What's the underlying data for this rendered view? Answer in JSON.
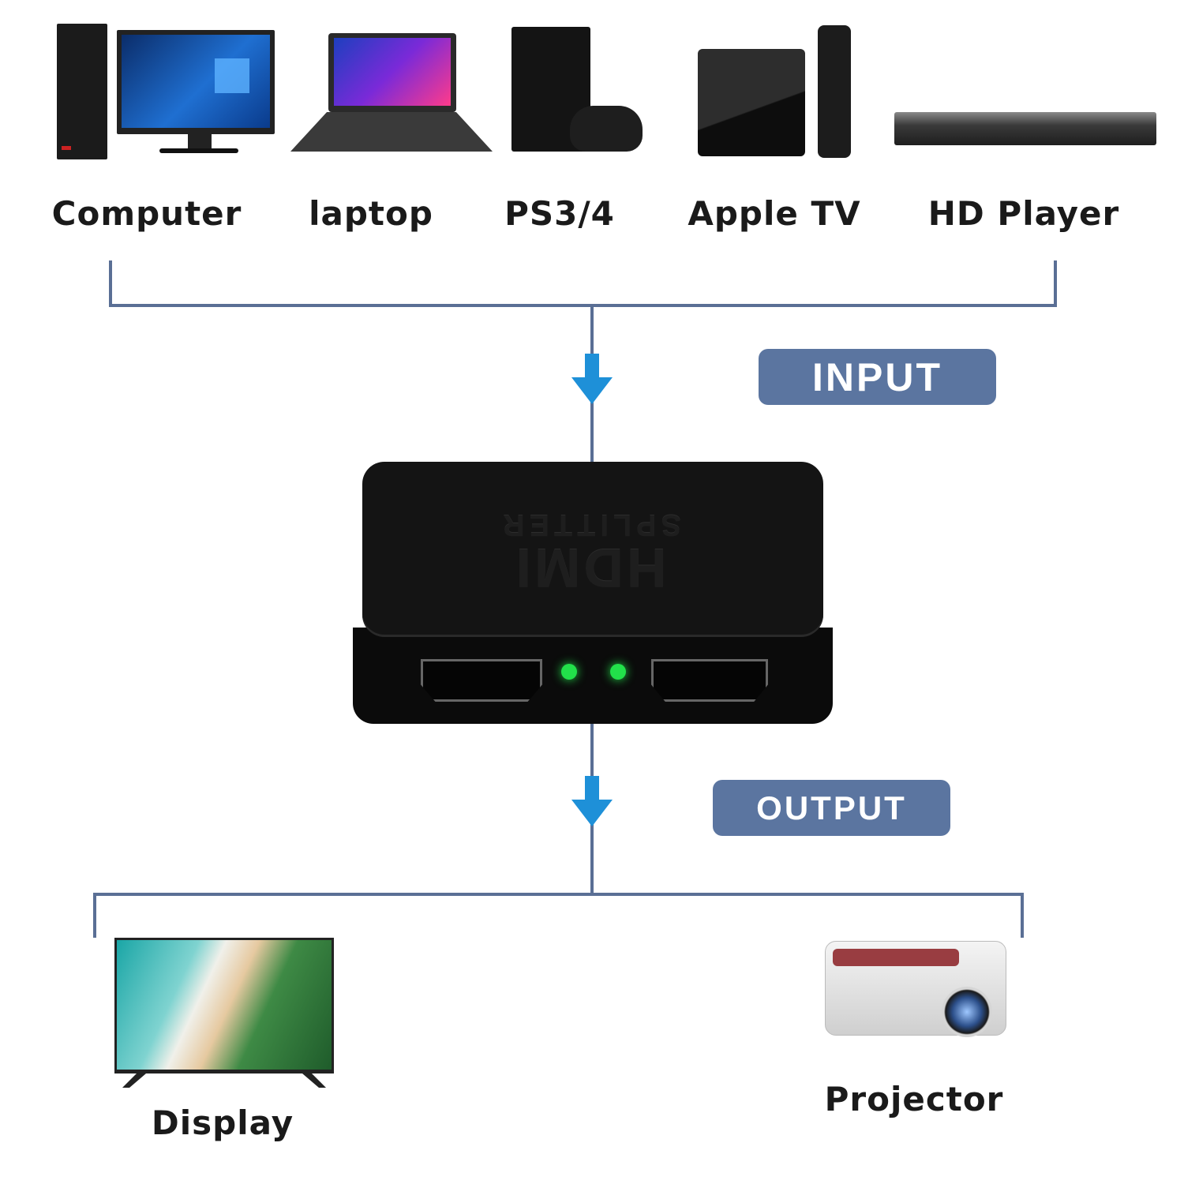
{
  "sources": [
    {
      "label": "Computer",
      "icon": "desktop-computer-icon"
    },
    {
      "label": "laptop",
      "icon": "laptop-icon"
    },
    {
      "label": "PS3/4",
      "icon": "game-console-icon"
    },
    {
      "label": "Apple TV",
      "icon": "tv-box-icon"
    },
    {
      "label": "HD Player",
      "icon": "media-player-icon"
    }
  ],
  "input_label": "INPUT",
  "output_label": "OUTPUT",
  "device": {
    "logo_text": "HDMI SPLITTER",
    "led_color": "#22e04a"
  },
  "outputs": [
    {
      "label": "Display",
      "icon": "tv-display-icon"
    },
    {
      "label": "Projector",
      "icon": "projector-icon"
    }
  ],
  "colors": {
    "connector_line": "#5a6f95",
    "arrow": "#1e90d8",
    "badge": "#5b75a0"
  }
}
